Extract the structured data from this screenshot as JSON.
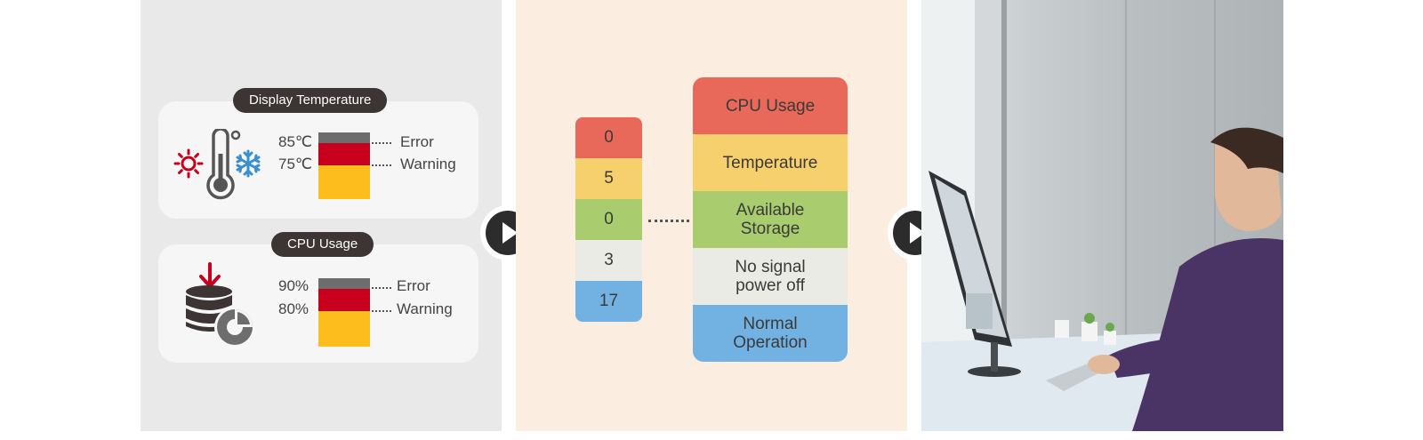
{
  "display_temperature": {
    "title": "Display Temperature",
    "error_threshold": "85℃",
    "warning_threshold": "75℃",
    "error_label": "Error",
    "warning_label": "Warning"
  },
  "cpu_usage": {
    "title": "CPU Usage",
    "error_threshold": "90%",
    "warning_threshold": "80%",
    "error_label": "Error",
    "warning_label": "Warning"
  },
  "status_counts": [
    {
      "value": "0",
      "color": "#e8695a"
    },
    {
      "value": "5",
      "color": "#f6d06d"
    },
    {
      "value": "0",
      "color": "#a9cd6e"
    },
    {
      "value": "3",
      "color": "#ebebe6"
    },
    {
      "value": "17",
      "color": "#72b2e2"
    }
  ],
  "status_legend": [
    {
      "label": "CPU Usage",
      "color": "#e8695a"
    },
    {
      "label": "Temperature",
      "color": "#f6d06d"
    },
    {
      "label": "Available\nStorage",
      "color": "#a9cd6e"
    },
    {
      "label": "No signal\npower off",
      "color": "#ebebe6"
    },
    {
      "label": "Normal\nOperation",
      "color": "#72b2e2"
    }
  ],
  "colors": {
    "accent_red": "#c8001e",
    "warning_yellow": "#fdbd1d",
    "meter_grey": "#6d6d6d",
    "snowflake_blue": "#3a8fd0",
    "pill_dark": "#3d3434"
  },
  "icons": [
    "sun-icon",
    "thermometer-icon",
    "snowflake-icon",
    "download-arrow-icon",
    "database-icon",
    "pie-chart-icon",
    "play-arrow-icon"
  ]
}
